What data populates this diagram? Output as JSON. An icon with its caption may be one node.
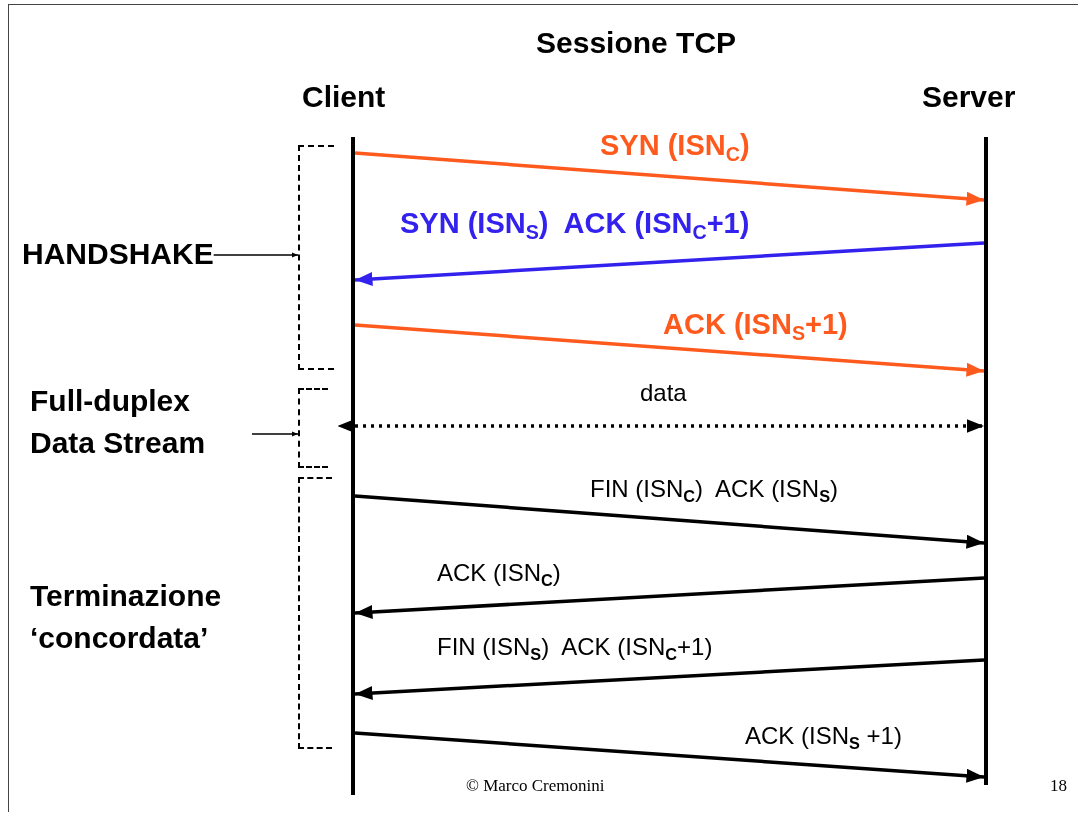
{
  "diagram": {
    "title": "Sessione TCP",
    "nodes": [
      {
        "text": [
          "Client"
        ]
      },
      {
        "text": [
          "Server"
        ]
      },
      {
        "text": [
          "HANDSHAKE"
        ]
      },
      {
        "text": [],
        "shape": "bracket"
      },
      {
        "text": [
          "Full-duplex Data Stream"
        ]
      },
      {
        "text": [],
        "shape": "bracket"
      },
      {
        "text": [
          "Terminazione ‘concordata’"
        ]
      },
      {
        "text": [],
        "shape": "bracket"
      }
    ],
    "edges": [
      {
        "from": 0,
        "to": 1,
        "arrow": "to",
        "label": "SYN (ISN$_{C}$)",
        "color": "#ff5a1e"
      },
      {
        "from": 1,
        "to": 0,
        "arrow": "to",
        "label": "SYN (ISN$_{S}$)  ACK (ISN$_{C}$+1)",
        "color": "#3322ee"
      },
      {
        "from": 0,
        "to": 1,
        "arrow": "to",
        "label": "ACK (ISN$_{S}$+1)",
        "color": "#ff5a1e"
      },
      {
        "from": 0,
        "to": 1,
        "arrow": "both",
        "label": "data",
        "style": "dashed"
      },
      {
        "from": 0,
        "to": 1,
        "arrow": "to",
        "label": "FIN (ISN$_{C}$)  ACK (ISN$_{S}$)"
      },
      {
        "from": 1,
        "to": 0,
        "arrow": "to",
        "label": "ACK (ISN$_{C}$)"
      },
      {
        "from": 1,
        "to": 0,
        "arrow": "to",
        "label": "FIN (ISN$_{S}$)  ACK (ISN$_{C}$+1)"
      },
      {
        "from": 0,
        "to": 1,
        "arrow": "to",
        "label": "ACK (ISN$_{S}$ +1)"
      },
      {
        "from": 2,
        "to": 3,
        "arrow": "to"
      },
      {
        "from": 4,
        "to": 5,
        "arrow": "to"
      }
    ],
    "labels": [
      "© Marco Cremonini",
      "18"
    ]
  }
}
